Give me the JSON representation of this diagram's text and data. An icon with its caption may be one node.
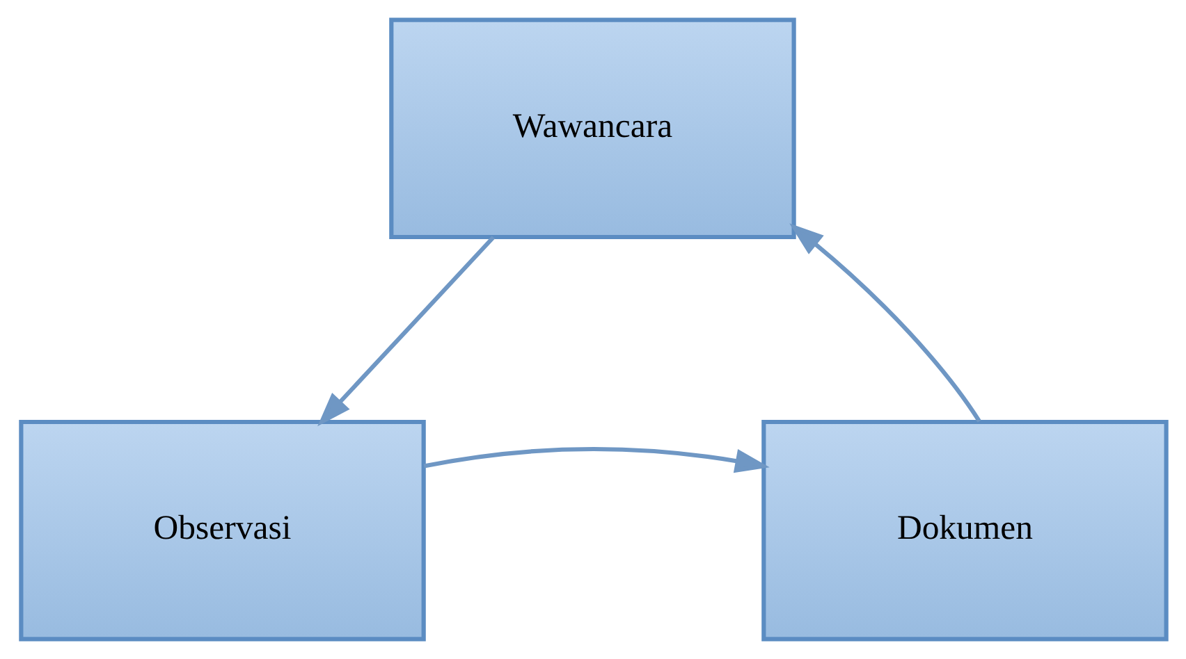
{
  "diagram": {
    "nodes": [
      {
        "text": [
          "Wawancara"
        ]
      },
      {
        "text": [
          "Observasi"
        ]
      },
      {
        "text": [
          "Dokumen"
        ]
      }
    ],
    "edges": [
      {
        "from": 0,
        "to": 1,
        "arrow": "to"
      },
      {
        "from": 1,
        "to": 2,
        "arrow": "to"
      },
      {
        "from": 2,
        "to": 0,
        "arrow": "to"
      }
    ]
  }
}
